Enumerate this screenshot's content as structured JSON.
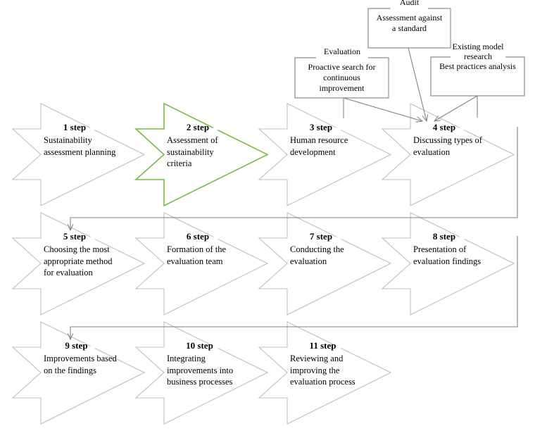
{
  "diagram": {
    "title": "Sustainability assessment process steps",
    "colors": {
      "chevron_outline": "#BFBFBF",
      "chevron_highlight": "#76BC43",
      "box_outline": "#808080",
      "connector": "#808080",
      "text": "#000000",
      "background": "#FFFFFF"
    },
    "rows": [
      {
        "row_id": "row-1",
        "steps": [
          {
            "label": "1 step",
            "text": "Sustainability assessment planning",
            "lines": [
              "Sustainability",
              "assessment planning"
            ],
            "highlighted": false
          },
          {
            "label": "2 step",
            "text": "Assessment of sustainability criteria",
            "lines": [
              "Assessment of",
              "sustainability",
              "criteria"
            ],
            "highlighted": true
          },
          {
            "label": "3 step",
            "text": "Human resource development",
            "lines": [
              "Human resource",
              "development"
            ],
            "highlighted": false
          },
          {
            "label": "4 step",
            "text": "Discussing types of evaluation",
            "lines": [
              "Discussing types of",
              "evaluation"
            ],
            "highlighted": false
          }
        ]
      },
      {
        "row_id": "row-2",
        "steps": [
          {
            "label": "5 step",
            "text": "Choosing the most appropriate method for evaluation",
            "lines": [
              "Choosing the most",
              "appropriate method",
              "for evaluation"
            ],
            "highlighted": false
          },
          {
            "label": "6 step",
            "text": "Formation of the evaluation team",
            "lines": [
              "Formation of the",
              "evaluation team"
            ],
            "highlighted": false
          },
          {
            "label": "7 step",
            "text": "Conducting the evaluation",
            "lines": [
              "Conducting the",
              "evaluation"
            ],
            "highlighted": false
          },
          {
            "label": "8 step",
            "text": "Presentation of evaluation findings",
            "lines": [
              "Presentation of",
              "evaluation findings"
            ],
            "highlighted": false
          }
        ]
      },
      {
        "row_id": "row-3",
        "steps": [
          {
            "label": "9 step",
            "text": "Improvements based on the findings",
            "lines": [
              "Improvements based",
              "on the findings"
            ],
            "highlighted": false
          },
          {
            "label": "10 step",
            "text": "Integrating improvements into business processes",
            "lines": [
              "Integrating",
              "improvements into",
              "business processes"
            ],
            "highlighted": false
          },
          {
            "label": "11 step",
            "text": "Reviewing and improving the evaluation process",
            "lines": [
              "Reviewing and",
              "improving the",
              "evaluation process"
            ],
            "highlighted": false
          }
        ]
      }
    ],
    "callout_boxes": [
      {
        "box_id": "evaluation",
        "title": "Evaluation",
        "title_lines": [
          "Evaluation"
        ],
        "body": "Proactive search for continuous improvement",
        "body_lines": [
          "Proactive search for",
          "continuous",
          "improvement"
        ],
        "points_to": "4 step"
      },
      {
        "box_id": "audit",
        "title": "Audit",
        "title_lines": [
          "Audit"
        ],
        "body": "Assessment against a standard",
        "body_lines": [
          "Assessment  against",
          "a standard"
        ],
        "points_to": "4 step"
      },
      {
        "box_id": "existing-model-research",
        "title": "Existing model research",
        "title_lines": [
          "Existing model",
          "research"
        ],
        "body": "Best practices analysis",
        "body_lines": [
          "Best practices analysis"
        ],
        "points_to": "4 step"
      }
    ],
    "flow_connectors": [
      {
        "from": "4 step",
        "to": "5 step",
        "kind": "row-wrap-arrow"
      },
      {
        "from": "8 step",
        "to": "9 step",
        "kind": "row-wrap-arrow"
      }
    ]
  }
}
